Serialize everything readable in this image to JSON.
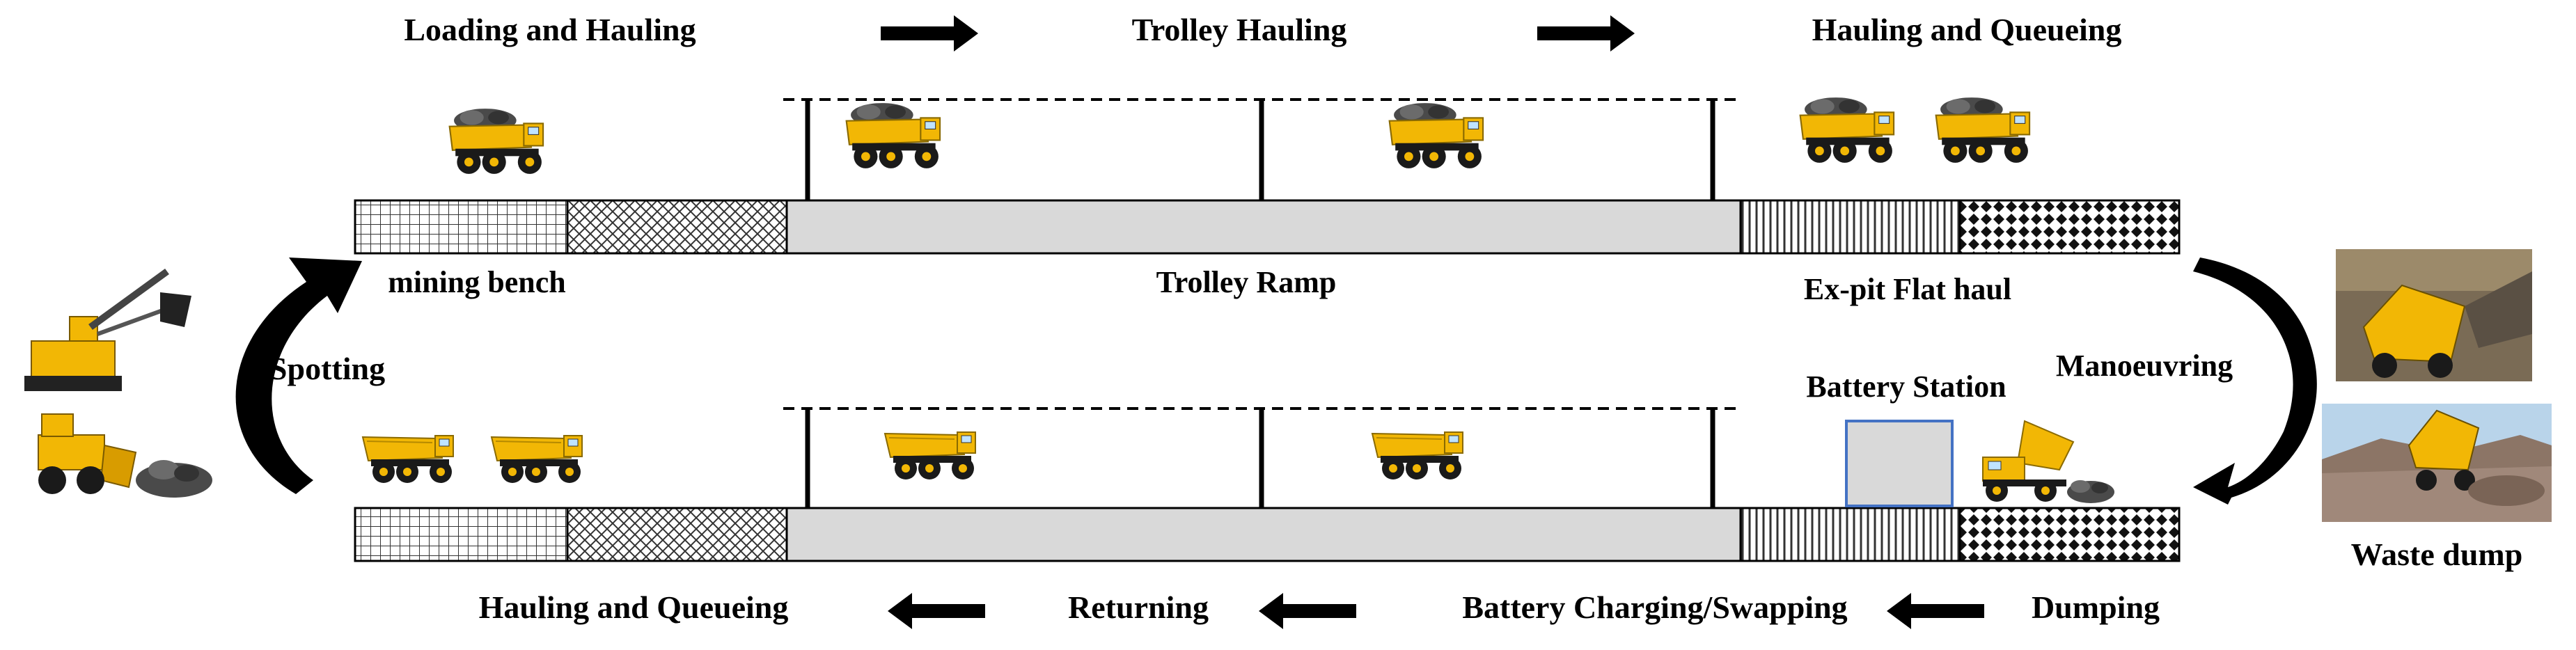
{
  "phases": {
    "loading_hauling": "Loading and Hauling",
    "trolley_hauling": "Trolley Hauling",
    "hauling_queueing_top": "Hauling and Queueing",
    "hauling_queueing_bottom": "Hauling and Queueing",
    "returning": "Returning",
    "battery_charging": "Battery Charging/Swapping",
    "dumping": "Dumping",
    "spotting": "Spotting",
    "manoeuvring": "Manoeuvring"
  },
  "segments": {
    "mining_bench": "mining bench",
    "trolley_ramp": "Trolley Ramp",
    "ex_pit_flat_haul": "Ex-pit Flat haul",
    "battery_station": "Battery Station",
    "waste_dump": "Waste dump"
  },
  "colors": {
    "ramp_fill": "#d9d9d9",
    "battery_station_border": "#4472c4",
    "truck_body": "#f2b705",
    "truck_dark": "#1a1a1a",
    "ore": "#4a4a4a"
  },
  "icons": [
    "haul-truck-icon",
    "rope-shovel-icon",
    "wheel-loader-icon",
    "ore-pile-icon",
    "waste-dump-photo"
  ]
}
